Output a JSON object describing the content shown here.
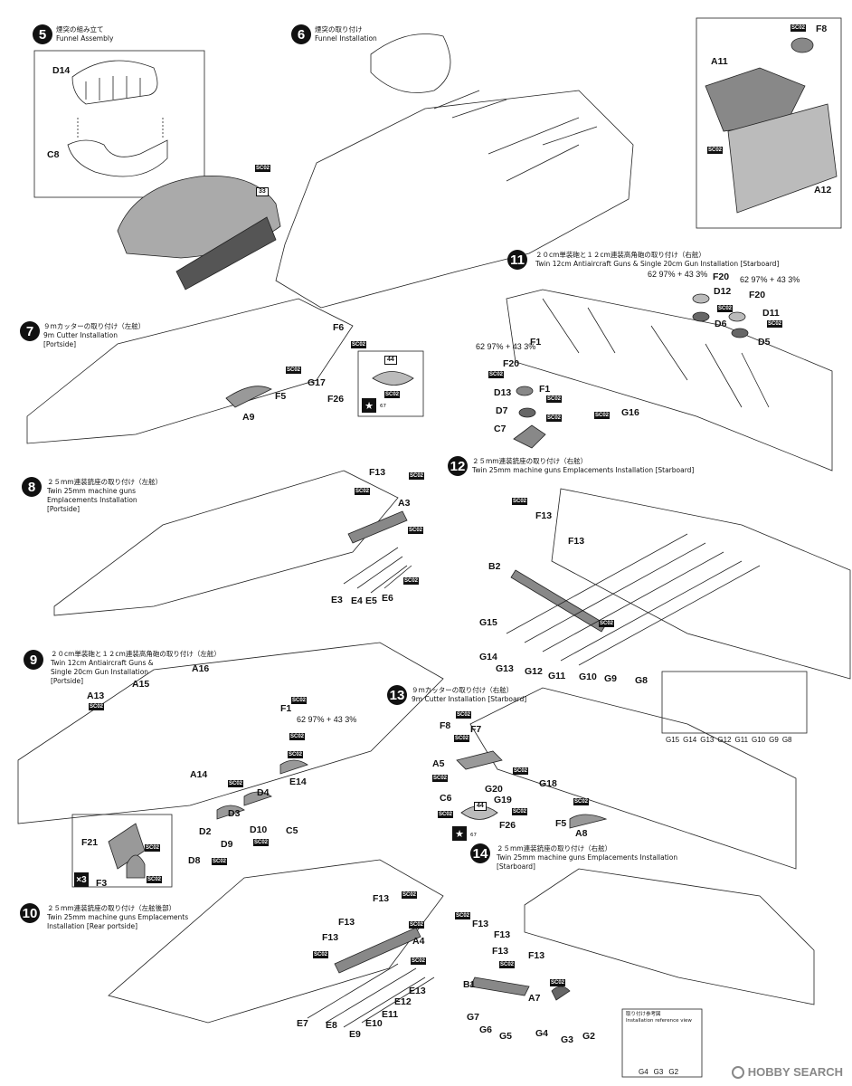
{
  "steps": {
    "s5": {
      "num": "5",
      "jp": "煙突の組み立て",
      "en": "Funnel Assembly"
    },
    "s6": {
      "num": "6",
      "jp": "煙突の取り付け",
      "en": "Funnel Installation"
    },
    "s7": {
      "num": "7",
      "jp": "９mカッターの取り付け（左舷）",
      "en": "9m Cutter Installation",
      "en2": "[Portside]"
    },
    "s8": {
      "num": "8",
      "jp": "２５mm連装銃座の取り付け（左舷）",
      "en": "Twin 25mm machine guns",
      "en2": "Emplacements Installation",
      "en3": "[Portside]"
    },
    "s9": {
      "num": "9",
      "jp": "２０cm単装砲と１２cm連装高角砲の取り付け（左舷）",
      "en": "Twin 12cm Antiaircraft Guns &",
      "en2": "Single 20cm Gun Installation",
      "en3": "[Portside]"
    },
    "s10": {
      "num": "10",
      "jp": "２５mm連装銃座の取り付け（左舷後部）",
      "en": "Twin 25mm machine guns Emplacements",
      "en2": "Installation [Rear portside]"
    },
    "s11": {
      "num": "11",
      "jp": "２０cm単装砲と１２cm連装高角砲の取り付け（右舷）",
      "en": "Twin 12cm Antiaircraft Guns & Single 20cm Gun Installation [Starboard]"
    },
    "s12": {
      "num": "12",
      "jp": "２５mm連装銃座の取り付け（右舷）",
      "en": "Twin 25mm machine guns Emplacements Installation [Starboard]"
    },
    "s13": {
      "num": "13",
      "jp": "９mカッターの取り付け（右舷）",
      "en": "9m Cutter Installation [Starboard]"
    },
    "s14": {
      "num": "14",
      "jp": "２５mm連装銃座の取り付け（右舷）",
      "en": "Twin 25mm machine guns Emplacements Installation",
      "en2": "[Starboard]"
    }
  },
  "labels": {
    "D14": "D14",
    "C8": "C8",
    "c33": "33",
    "F8": "F8",
    "A11": "A11",
    "A12": "A12",
    "F20a": "F20",
    "F20b": "F20",
    "F20c": "F20",
    "D12": "D12",
    "D11": "D11",
    "D6": "D6",
    "D5": "D5",
    "F1a": "F1",
    "F1b": "F1",
    "D13": "D13",
    "D7": "D7",
    "C7": "C7",
    "G16": "G16",
    "F6": "F6",
    "F5": "F5",
    "G17": "G17",
    "F26": "F26",
    "A9": "A9",
    "c44": "44",
    "F13a": "F13",
    "A3": "A3",
    "E3": "E3",
    "E4": "E4",
    "E5": "E5",
    "E6": "E6",
    "F13b": "F13",
    "F13c": "F13",
    "B2": "B2",
    "G15": "G15",
    "G14": "G14",
    "G13": "G13",
    "G12": "G12",
    "G11": "G11",
    "G10": "G10",
    "G9": "G9",
    "G8": "G8",
    "A16": "A16",
    "A15": "A15",
    "A13": "A13",
    "F1c": "F1",
    "A14": "A14",
    "E14": "E14",
    "D4": "D4",
    "D3": "D3",
    "D10": "D10",
    "C5": "C5",
    "D2": "D2",
    "D9": "D9",
    "D8": "D8",
    "F21": "F21",
    "F3": "F3",
    "F8b": "F8",
    "F7": "F7",
    "A5": "A5",
    "G20": "G20",
    "G18": "G18",
    "C6": "C6",
    "G19": "G19",
    "F26b": "F26",
    "F5b": "F5",
    "A8": "A8",
    "c44b": "44",
    "F13d": "F13",
    "A4": "A4",
    "E13": "E13",
    "E12": "E12",
    "E11": "E11",
    "E10": "E10",
    "E9": "E9",
    "E8": "E8",
    "E7": "E7",
    "F13e": "F13",
    "F13f": "F13",
    "F13g": "F13",
    "B1": "B1",
    "A7": "A7",
    "G7": "G7",
    "G6": "G6",
    "G5": "G5",
    "G4": "G4",
    "G3": "G3",
    "G2": "G2"
  },
  "mix": {
    "a": "62 97% + 43 3%",
    "b": "62 97% + 43 3%",
    "c": "62 97% + 43 3%",
    "d": "62 97% + 43 3%"
  },
  "ref12": {
    "items": [
      "G15",
      "G14",
      "G13",
      "G12",
      "G11",
      "G10",
      "G9",
      "G8"
    ]
  },
  "ref14": {
    "jp": "取り付け参考図",
    "en": "Installation reference view",
    "items": [
      "G4",
      "G3",
      "G2"
    ]
  },
  "sc": "SC02",
  "x3": "×3",
  "c67": "67",
  "watermark": "HOBBY SEARCH"
}
